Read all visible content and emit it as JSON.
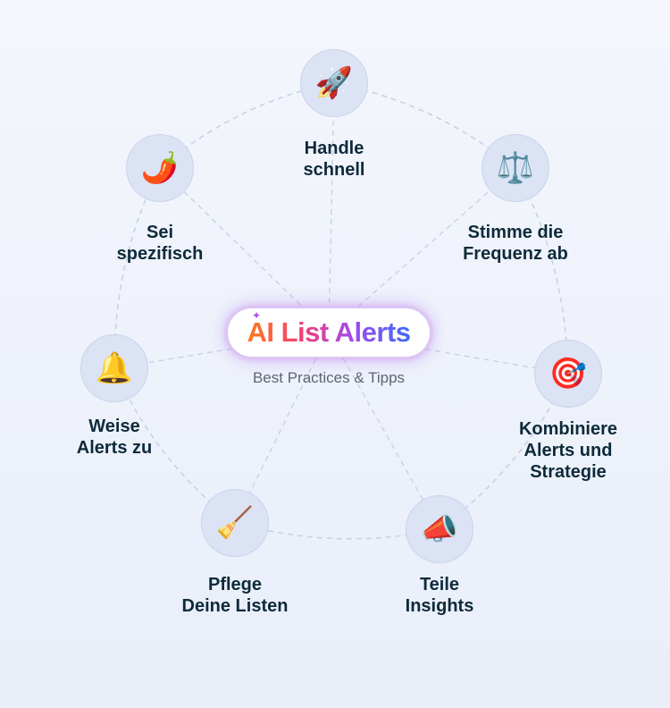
{
  "center": {
    "title": "AI List Alerts",
    "subtitle": "Best Practices & Tipps"
  },
  "nodes": [
    {
      "id": "handle-schnell",
      "icon": "rocket-icon",
      "glyph": "🚀",
      "lines": [
        "Handle",
        "schnell"
      ]
    },
    {
      "id": "stimme-die-frequenz-ab",
      "icon": "balance-scale-icon",
      "glyph": "⚖️",
      "lines": [
        "Stimme die",
        "Frequenz ab"
      ]
    },
    {
      "id": "kombiniere-alerts-und-strategie",
      "icon": "target-icon",
      "glyph": "🎯",
      "lines": [
        "Kombiniere",
        "Alerts und",
        "Strategie"
      ]
    },
    {
      "id": "teile-insights",
      "icon": "megaphone-icon",
      "glyph": "📣",
      "lines": [
        "Teile",
        "Insights"
      ]
    },
    {
      "id": "pflege-deine-listen",
      "icon": "broom-icon",
      "glyph": "🧹",
      "lines": [
        "Pflege",
        "Deine Listen"
      ]
    },
    {
      "id": "weise-alerts-zu",
      "icon": "bell-icon",
      "glyph": "🔔",
      "lines": [
        "Weise",
        "Alerts zu"
      ]
    },
    {
      "id": "sei-spezifisch",
      "icon": "chili-pepper-icon",
      "glyph": "🌶️",
      "lines": [
        "Sei",
        "spezifisch"
      ]
    }
  ],
  "colors": {
    "node_fill": "#dbe3f5",
    "connector": "#c5d0e4",
    "label_text": "#0d2a3a",
    "subtitle_text": "#5b6675"
  }
}
